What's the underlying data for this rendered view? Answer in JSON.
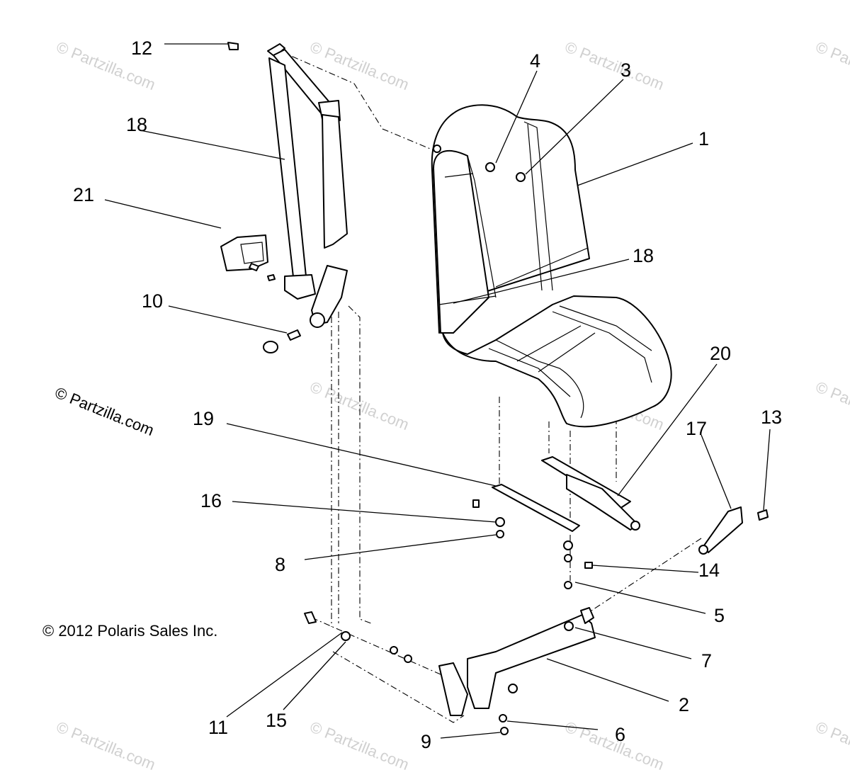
{
  "copyright": "© 2012 Polaris Sales Inc.",
  "watermark": "© Partzilla.com",
  "callouts": [
    {
      "id": "1",
      "text": "1"
    },
    {
      "id": "2",
      "text": "2"
    },
    {
      "id": "3",
      "text": "3"
    },
    {
      "id": "4",
      "text": "4"
    },
    {
      "id": "5",
      "text": "5"
    },
    {
      "id": "6",
      "text": "6"
    },
    {
      "id": "7",
      "text": "7"
    },
    {
      "id": "8",
      "text": "8"
    },
    {
      "id": "9",
      "text": "9"
    },
    {
      "id": "10",
      "text": "10"
    },
    {
      "id": "11",
      "text": "11"
    },
    {
      "id": "12",
      "text": "12"
    },
    {
      "id": "13",
      "text": "13"
    },
    {
      "id": "14",
      "text": "14"
    },
    {
      "id": "15",
      "text": "15"
    },
    {
      "id": "16",
      "text": "16"
    },
    {
      "id": "17",
      "text": "17"
    },
    {
      "id": "18a",
      "text": "18"
    },
    {
      "id": "18b",
      "text": "18"
    },
    {
      "id": "19",
      "text": "19"
    },
    {
      "id": "20",
      "text": "20"
    },
    {
      "id": "21",
      "text": "21"
    }
  ]
}
